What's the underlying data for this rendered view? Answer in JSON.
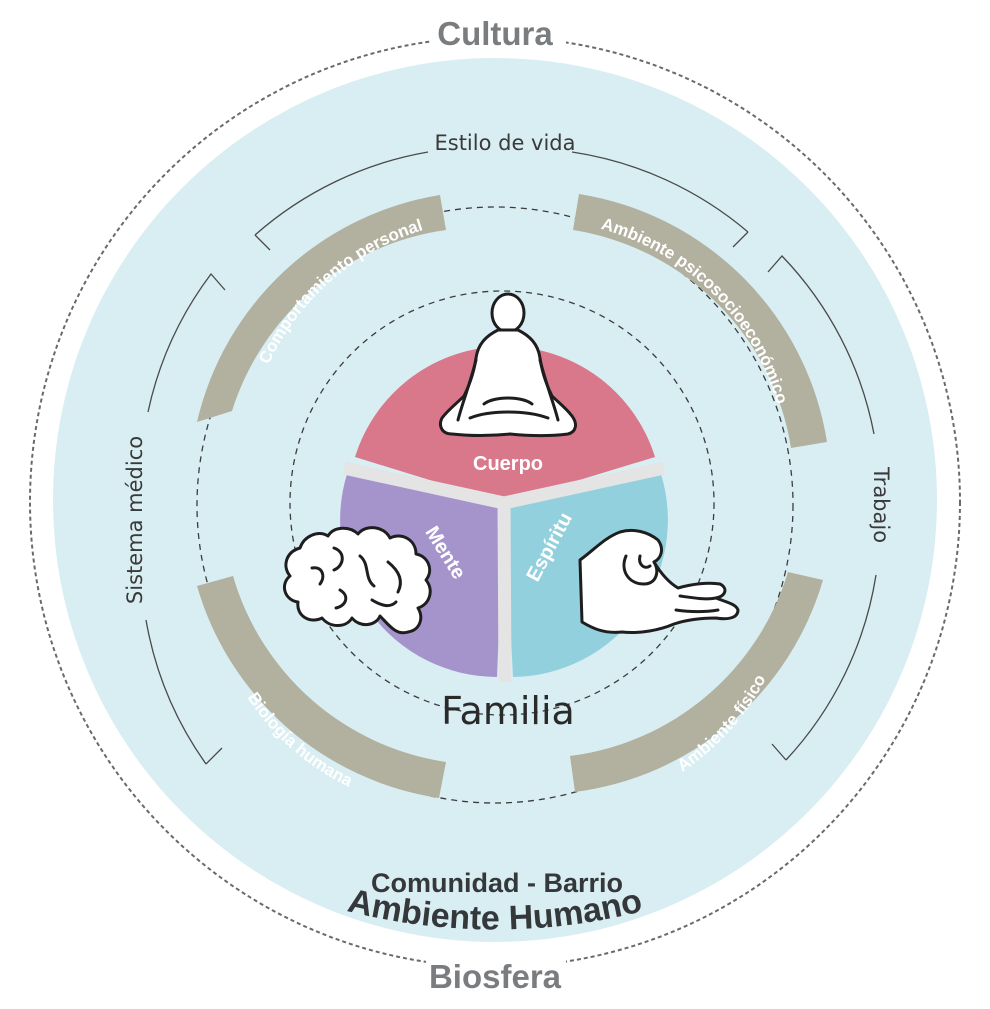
{
  "rings": {
    "outer_top": "Cultura",
    "outer_bottom": "Biosfera",
    "lifestyle": "Estilo de vida",
    "work": "Trabajo",
    "medical": "Sistema médico"
  },
  "bands": {
    "personal_behavior": "Comportamiento personal",
    "psychosocial": "Ambiente psicosocioeconómico",
    "biology": "Biología humana",
    "physical": "Ambiente físico"
  },
  "core": {
    "body": "Cuerpo",
    "mind": "Mente",
    "spirit": "Espíritu",
    "family": "Familia"
  },
  "bottom": {
    "community": "Comunidad - Barrio",
    "human_environment": "Ambiente Humano"
  },
  "colors": {
    "background_disc": "#d9eef2",
    "band": "#b2b09f",
    "body": "#d9788a",
    "mind": "#a594cc",
    "spirit": "#93d0de",
    "separator": "#e4e4e4"
  },
  "icons": {
    "body": "meditating-person-icon",
    "mind": "brain-icon",
    "spirit": "mudra-hand-icon"
  }
}
